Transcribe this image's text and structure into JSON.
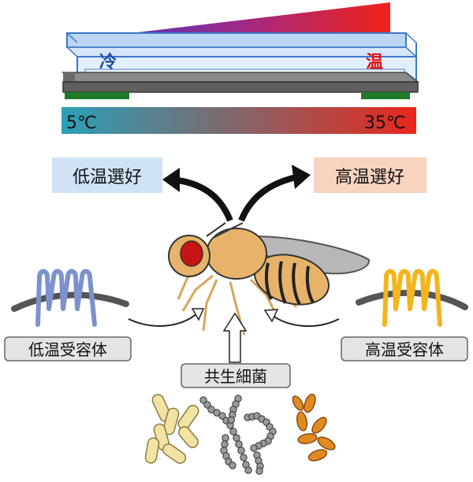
{
  "apparatus": {
    "cold_char": "冷",
    "warm_char": "温",
    "temp_low": "5℃",
    "temp_high": "35℃",
    "colors": {
      "cold": "#1f4fa0",
      "warm": "#e01010",
      "bar_cold": "#2aa0b8",
      "bar_warm": "#e8261c"
    }
  },
  "preferences": {
    "low": "低温選好",
    "high": "高温選好",
    "colors": {
      "low_bg": "#cfe3f5",
      "high_bg": "#f8d3bf"
    }
  },
  "receptors": {
    "low": "低温受容体",
    "high": "高温受容体",
    "colors": {
      "low": "#7d92cc",
      "high": "#f2b51d",
      "membrane": "#555555"
    }
  },
  "bacteria": {
    "label": "共生細菌",
    "colors": {
      "rods": "#f1e3a4",
      "chain": "#9a9a9a",
      "orange": "#e08a22"
    }
  },
  "fly": {
    "icon": "fruit-fly-icon",
    "colors": {
      "body": "#e7b36a",
      "eye": "#c81414"
    }
  }
}
